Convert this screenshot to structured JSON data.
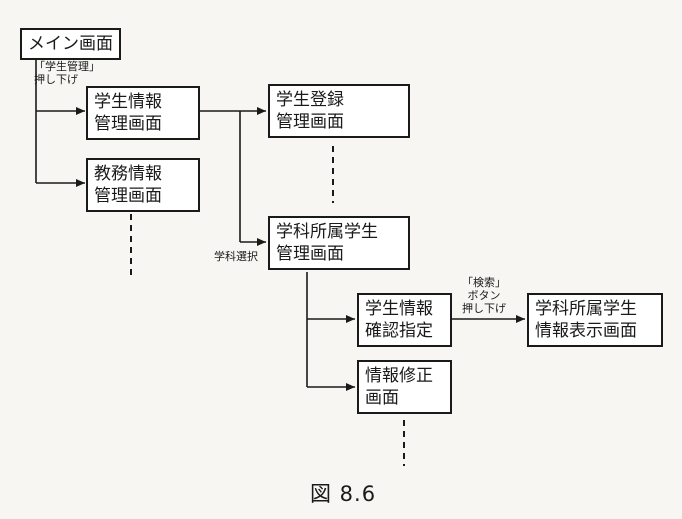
{
  "screens": {
    "main": {
      "label": "メイン画面"
    },
    "student_mgmt": {
      "line1": "学生情報",
      "line2": "管理画面"
    },
    "academic_mgmt": {
      "line1": "教務情報",
      "line2": "管理画面"
    },
    "student_reg": {
      "line1": "学生登録",
      "line2": "管理画面"
    },
    "dept_student_mgmt": {
      "line1": "学科所属学生",
      "line2": "管理画面"
    },
    "confirm_spec": {
      "line1": "学生情報",
      "line2": "確認指定"
    },
    "info_edit": {
      "line1": "情報修正",
      "line2": "画面"
    },
    "dept_display": {
      "line1": "学科所属学生",
      "line2": "情報表示画面"
    }
  },
  "edges": {
    "press_student_mgmt": {
      "line1": "「学生管理」",
      "line2": "押し下げ"
    },
    "select_dept": {
      "label": "学科選択"
    },
    "press_search": {
      "line1": "「検索」",
      "line2": "ボタン",
      "line3": "押し下げ"
    }
  },
  "caption": "図 8.6"
}
